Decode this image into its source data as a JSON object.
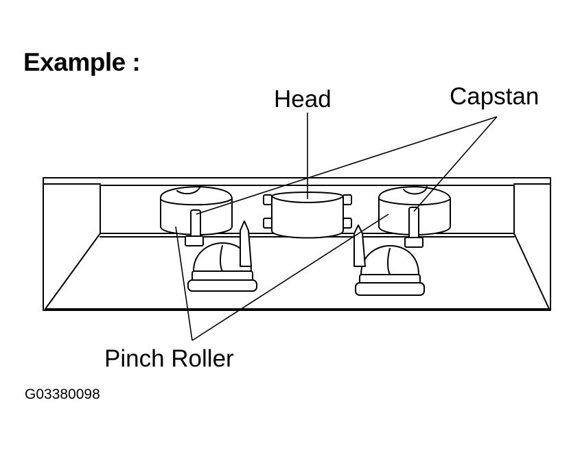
{
  "heading": "Example :",
  "labels": {
    "head": "Head",
    "capstan": "Capstan",
    "pinch_roller": "Pinch Roller"
  },
  "figure_id": "G03380098"
}
